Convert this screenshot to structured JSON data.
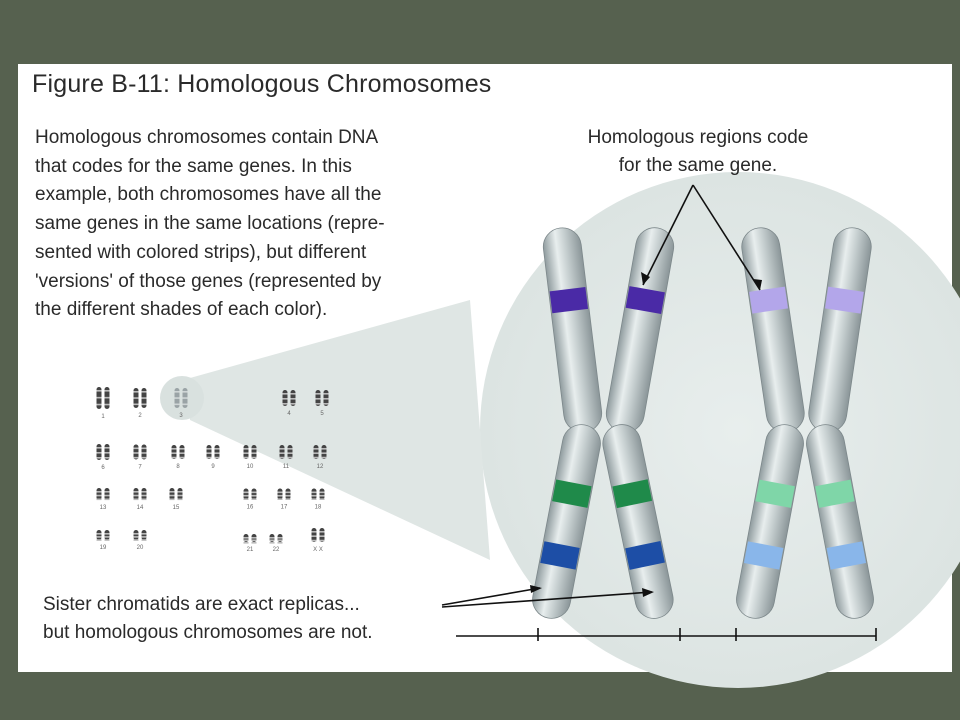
{
  "figure": {
    "title": "Figure B-11: Homologous Chromosomes",
    "intro_text": "Homologous chromosomes contain DNA\nthat codes for the same genes.  In this\nexample, both chromosomes have all the\nsame genes in the same locations (repre-\nsented with colored strips), but different\n'versions' of those genes (represented by\nthe different shades of each color).",
    "homologous_regions_label": "Homologous regions code\nfor the same gene.",
    "sister_label": "Sister chromatids are exact replicas...",
    "not_label": "but homologous chromosomes are not."
  },
  "karyotype": {
    "labels": [
      "1",
      "2",
      "3",
      "4",
      "5",
      "6",
      "7",
      "8",
      "9",
      "10",
      "11",
      "12",
      "13",
      "14",
      "15",
      "16",
      "17",
      "18",
      "19",
      "20",
      "21",
      "22",
      "X X"
    ]
  },
  "colors": {
    "background": "#56614f",
    "paper": "#ffffff",
    "circle": "#e1e8e6",
    "chromatid": "#c2cccd",
    "band_purple_dark": "#4a2aa6",
    "band_green_dark": "#1f8a4a",
    "band_blue_dark": "#1d4ea6",
    "band_purple_light": "#b3a6ea",
    "band_green_light": "#7fd6a8",
    "band_blue_light": "#89b6ea"
  }
}
